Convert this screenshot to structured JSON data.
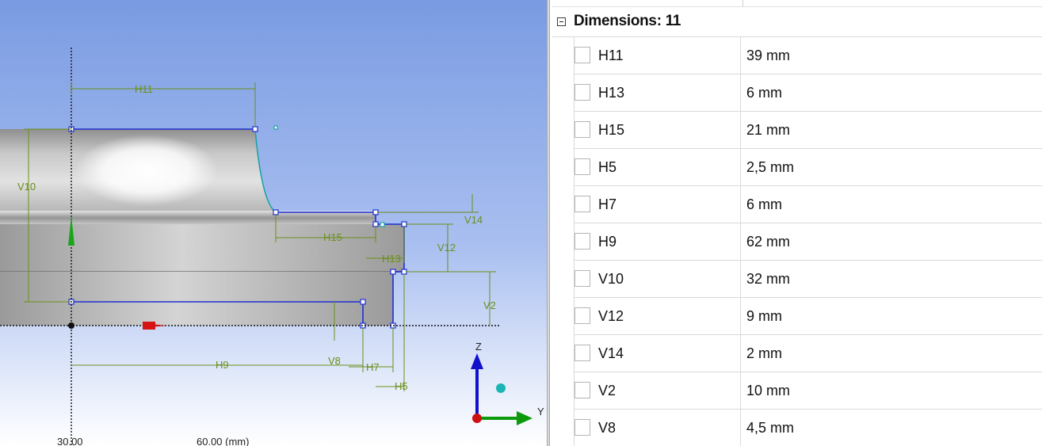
{
  "viewport": {
    "ruler_labels": [
      "30.00",
      "60.00 (mm)"
    ],
    "dimension_labels": {
      "h11": "H11",
      "v10": "V10",
      "h15": "H15",
      "h13": "H13",
      "v14": "V14",
      "v12": "V12",
      "v2": "V2",
      "h9": "H9",
      "v8": "V8",
      "h7": "H7",
      "h5": "H5"
    },
    "axes": {
      "z": "Z",
      "y": "Y"
    },
    "colors": {
      "sketch": "#1f2fd1",
      "dimension": "#6a8f1a",
      "arc": "#1fa3a3",
      "z_axis": "#1111cc",
      "y_axis": "#0c9a0c",
      "x_axis": "#cc1111"
    }
  },
  "panel": {
    "group_label": "Dimensions: 11",
    "rows": [
      {
        "name": "H11",
        "value": "39 mm"
      },
      {
        "name": "H13",
        "value": "6 mm"
      },
      {
        "name": "H15",
        "value": "21 mm"
      },
      {
        "name": "H5",
        "value": "2,5 mm"
      },
      {
        "name": "H7",
        "value": "6 mm"
      },
      {
        "name": "H9",
        "value": "62 mm"
      },
      {
        "name": "V10",
        "value": "32 mm"
      },
      {
        "name": "V12",
        "value": "9 mm"
      },
      {
        "name": "V14",
        "value": "2 mm"
      },
      {
        "name": "V2",
        "value": "10 mm"
      },
      {
        "name": "V8",
        "value": "4,5 mm"
      }
    ]
  }
}
